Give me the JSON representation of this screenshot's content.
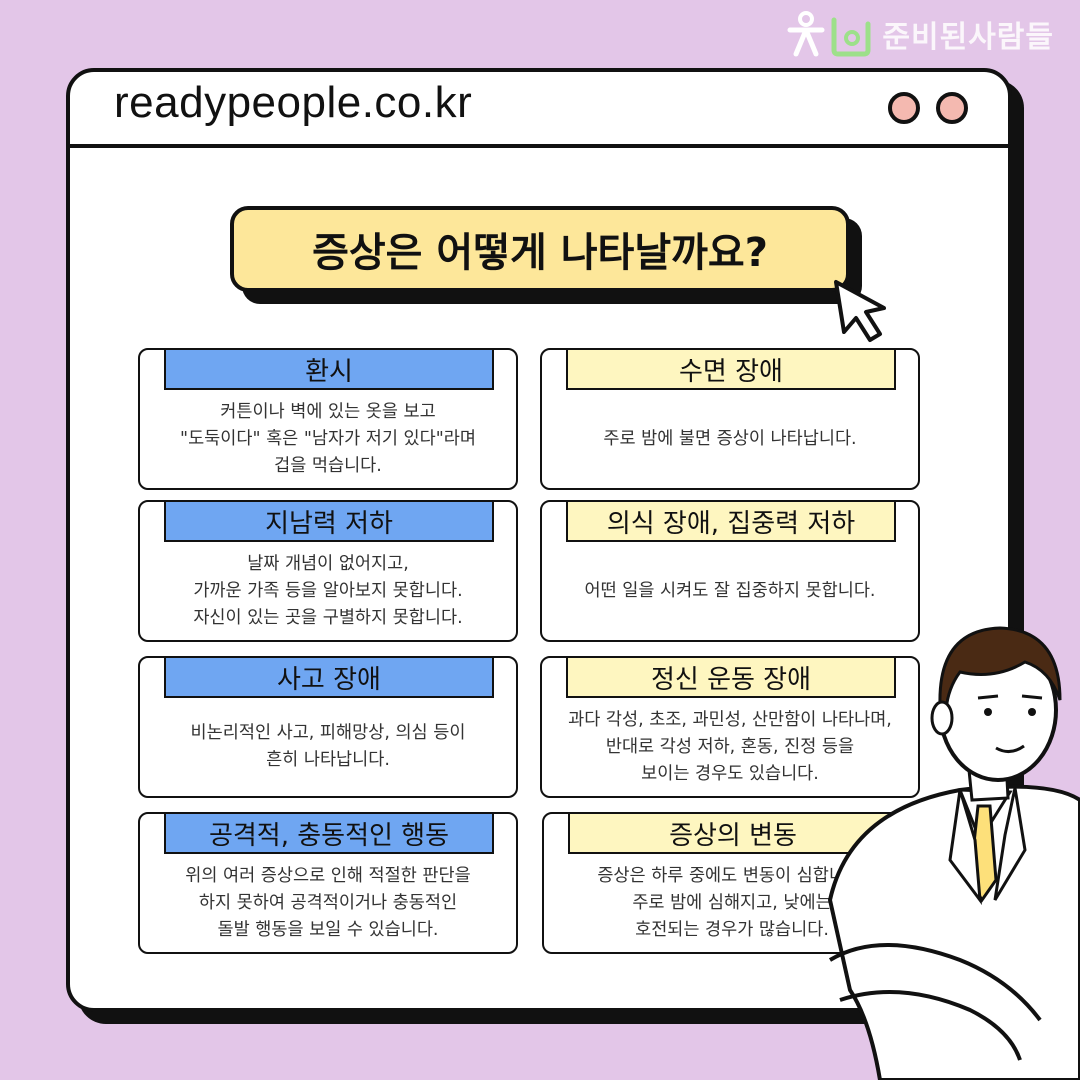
{
  "brand": {
    "name": "준비된사람들",
    "logo_icon": "person-logo-icon"
  },
  "window": {
    "url": "readypeople.co.kr"
  },
  "heading": "증상은 어떻게 나타날까요?",
  "cards": [
    {
      "title": "환시",
      "body": "커튼이나 벽에 있는 옷을 보고\n\"도둑이다\" 혹은 \"남자가 저기 있다\"라며\n겁을 먹습니다.",
      "style": "blue"
    },
    {
      "title": "수면 장애",
      "body": "주로 밤에 불면 증상이 나타납니다.",
      "style": "yellow"
    },
    {
      "title": "지남력 저하",
      "body": "날짜 개념이 없어지고,\n가까운 가족 등을 알아보지 못합니다.\n자신이 있는 곳을 구별하지 못합니다.",
      "style": "blue"
    },
    {
      "title": "의식 장애, 집중력 저하",
      "body": "어떤 일을 시켜도 잘 집중하지 못합니다.",
      "style": "yellow"
    },
    {
      "title": "사고 장애",
      "body": "비논리적인 사고, 피해망상, 의심 등이\n흔히 나타납니다.",
      "style": "blue"
    },
    {
      "title": "정신 운동 장애",
      "body": "과다 각성, 초조, 과민성, 산만함이 나타나며,\n반대로 각성 저하, 혼동, 진정 등을\n보이는 경우도 있습니다.",
      "style": "yellow"
    },
    {
      "title": "공격적, 충동적인 행동",
      "body": "위의 여러 증상으로 인해 적절한 판단을\n하지 못하여 공격적이거나 충동적인\n돌발 행동을 보일 수 있습니다.",
      "style": "blue"
    },
    {
      "title": "증상의 변동",
      "body": "증상은 하루 중에도 변동이 심합니다.\n주로 밤에 심해지고, 낮에는\n호전되는 경우가 많습니다.",
      "style": "yellow"
    }
  ],
  "colors": {
    "background": "#e3c6e8",
    "blue_header": "#6fa6f2",
    "yellow_header": "#fef6c0",
    "heading": "#fde79a"
  }
}
